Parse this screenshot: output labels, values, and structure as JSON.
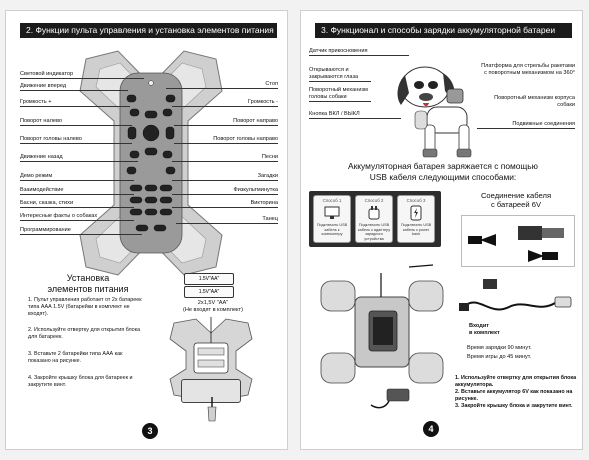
{
  "left": {
    "banner": "2. Функции пульта управления и установка элементов питания",
    "left_labels": [
      "Световой индикатор",
      "Движение вперед",
      "Громкость +",
      "Поворот налево",
      "Поворот головы налево",
      "Движение назад",
      "Демо режим",
      "Взаимодействие",
      "Басни, сказка, стихи",
      "Интересные факты о собаках",
      "Программирование"
    ],
    "right_labels": [
      "Стоп",
      "Громкость -",
      "Поворот направо",
      "Поворот головы направо",
      "Песни",
      "Загадки",
      "Физкультминутка",
      "Викторина",
      "Танец"
    ],
    "install_title": "Установка\nэлементов питания",
    "battery_cap1": "1.5V\"AA\"",
    "battery_cap2": "1.5V\"AA\"",
    "battery_note": "2х1,5V \"AA\"\n(Не входят в комплект)",
    "steps": [
      "1. Пульт управления работает от 2х батареек типа ААА 1.5V (батарейки в комплект не входят).",
      "2. Используйте отвертку для открытия блока для батареек.",
      "3. Вставьте 2 батарейки типа ААА как показано на рисунке.",
      "4. Закройте крышку блока для батареек и закрутите винт."
    ],
    "page_number": "3"
  },
  "right": {
    "banner": "3. Функционал и способы зарядки аккумуляторной батареи",
    "left_labels": [
      "Датчик прикосновения",
      "Открываются и закрываются глаза",
      "Поворотный механизм головы собаки",
      "Кнопка ВКЛ / ВЫКЛ"
    ],
    "right_labels": [
      "Платформа для стрельбы ракетами с поворотным механизмом на 360°",
      "Поворотный механизм корпуса собаки",
      "Подвижные соединения"
    ],
    "charge_title": "Аккумуляторная батарея заряжается с помощью\nUSB кабеля следующими способами:",
    "modes": [
      {
        "title": "Способ 1",
        "desc": "Подключить USB кабель к компьютеру"
      },
      {
        "title": "Способ 2",
        "desc": "Подключить USB кабель к адаптеру зарядного устройства"
      },
      {
        "title": "Способ 3",
        "desc": "Подключить USB кабель к power bank"
      }
    ],
    "connect_title": "Соединение кабеля\nс батареей 6V",
    "included": "Входит\nв комплект",
    "charge_time": "Время зарядки 90 минут.",
    "play_time": "Время игры до 45 минут.",
    "steps": [
      "1. Используйте отвертку для открытия блока аккумулятора.",
      "2. Вставьте аккумулятор 6V как показано на рисунке.",
      "3. Закройте крышку блока и закрутите винт."
    ],
    "page_number": "4"
  },
  "colors": {
    "banner_bg": "#1b1b1b",
    "banner_text": "#ffffff",
    "page_bg": "#ffffff"
  }
}
